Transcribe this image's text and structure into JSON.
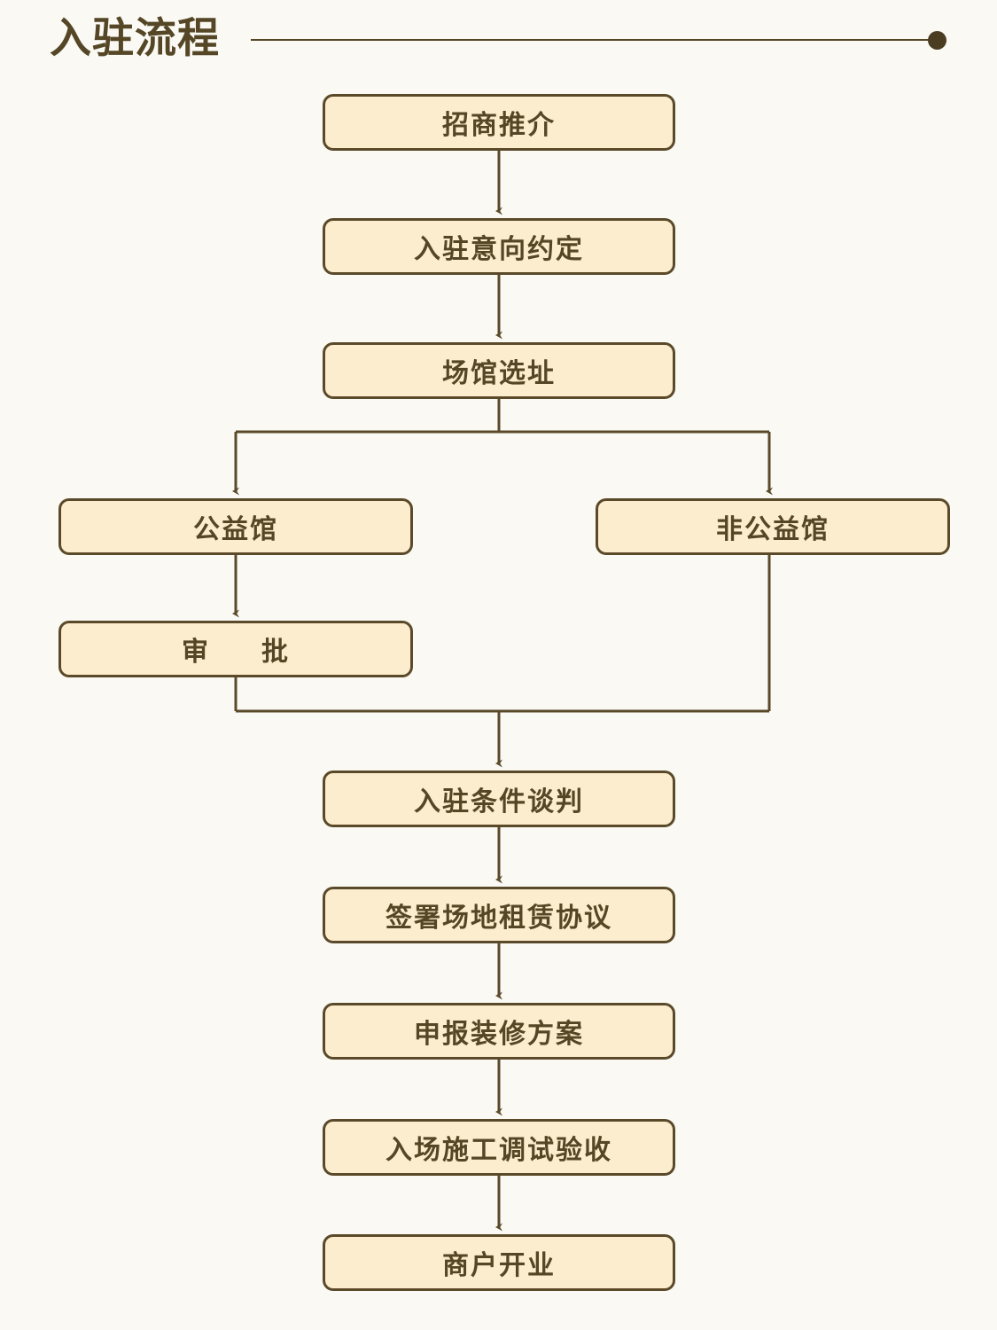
{
  "header": {
    "title": "入驻流程",
    "rule_color": "#554726",
    "dot_color": "#4A3D22"
  },
  "theme": {
    "background": "#FAF9F4",
    "node_fill": "#FCEDCE",
    "node_border": "#5B4A2A",
    "text_color": "#554726",
    "connector_color": "#5B4A2A"
  },
  "chart_data": {
    "type": "diagram",
    "title": "入驻流程",
    "nodes": [
      {
        "id": "n1",
        "label": "招商推介",
        "column": "main",
        "row": 1
      },
      {
        "id": "n2",
        "label": "入驻意向约定",
        "column": "main",
        "row": 2
      },
      {
        "id": "n3",
        "label": "场馆选址",
        "column": "main",
        "row": 3
      },
      {
        "id": "n4",
        "label": "公益馆",
        "column": "left",
        "row": 4
      },
      {
        "id": "n5",
        "label": "非公益馆",
        "column": "right",
        "row": 4
      },
      {
        "id": "n6",
        "label": "审      批",
        "column": "left",
        "row": 5
      },
      {
        "id": "n7",
        "label": "入驻条件谈判",
        "column": "main",
        "row": 6
      },
      {
        "id": "n8",
        "label": "签署场地租赁协议",
        "column": "main",
        "row": 7
      },
      {
        "id": "n9",
        "label": "申报装修方案",
        "column": "main",
        "row": 8
      },
      {
        "id": "n10",
        "label": "入场施工调试验收",
        "column": "main",
        "row": 9
      },
      {
        "id": "n11",
        "label": "商户开业",
        "column": "main",
        "row": 10
      }
    ],
    "edges": [
      {
        "from": "n1",
        "to": "n2",
        "style": "straight-arrow"
      },
      {
        "from": "n2",
        "to": "n3",
        "style": "straight-arrow"
      },
      {
        "from": "n3",
        "to": "n4",
        "style": "split-left-arrow"
      },
      {
        "from": "n3",
        "to": "n5",
        "style": "split-right-arrow"
      },
      {
        "from": "n4",
        "to": "n6",
        "style": "straight-arrow"
      },
      {
        "from": "n6",
        "to": "n7",
        "style": "merge-left-arrow"
      },
      {
        "from": "n5",
        "to": "n7",
        "style": "merge-right-arrow"
      },
      {
        "from": "n7",
        "to": "n8",
        "style": "straight-arrow"
      },
      {
        "from": "n8",
        "to": "n9",
        "style": "straight-arrow"
      },
      {
        "from": "n9",
        "to": "n10",
        "style": "straight-arrow"
      },
      {
        "from": "n10",
        "to": "n11",
        "style": "straight-arrow"
      }
    ]
  },
  "nodes": {
    "n1": "招商推介",
    "n2": "入驻意向约定",
    "n3": "场馆选址",
    "n4": "公益馆",
    "n5": "非公益馆",
    "n6a": "审",
    "n6b": "批",
    "n7": "入驻条件谈判",
    "n8": "签署场地租赁协议",
    "n9": "申报装修方案",
    "n10": "入场施工调试验收",
    "n11": "商户开业"
  }
}
